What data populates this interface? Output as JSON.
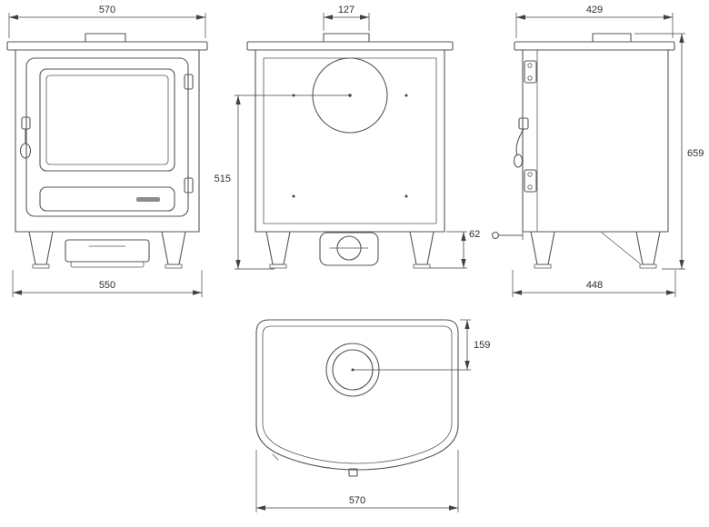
{
  "document": {
    "type": "technical dimension drawing",
    "subject": "stove shown in front, rear, side and plan views"
  },
  "dimensions": {
    "front_top_width": "570",
    "flue_collar_width": "127",
    "side_top_depth": "429",
    "overall_height": "659",
    "flue_centre_height": "515",
    "base_clearance": "62",
    "front_base_width": "550",
    "side_base_depth": "448",
    "flue_centre_from_rear": "159",
    "plan_width": "570"
  },
  "colors": {
    "line": "#54565a",
    "dimension": "#404244",
    "text": "#2c2d2f",
    "background": "#ffffff"
  }
}
